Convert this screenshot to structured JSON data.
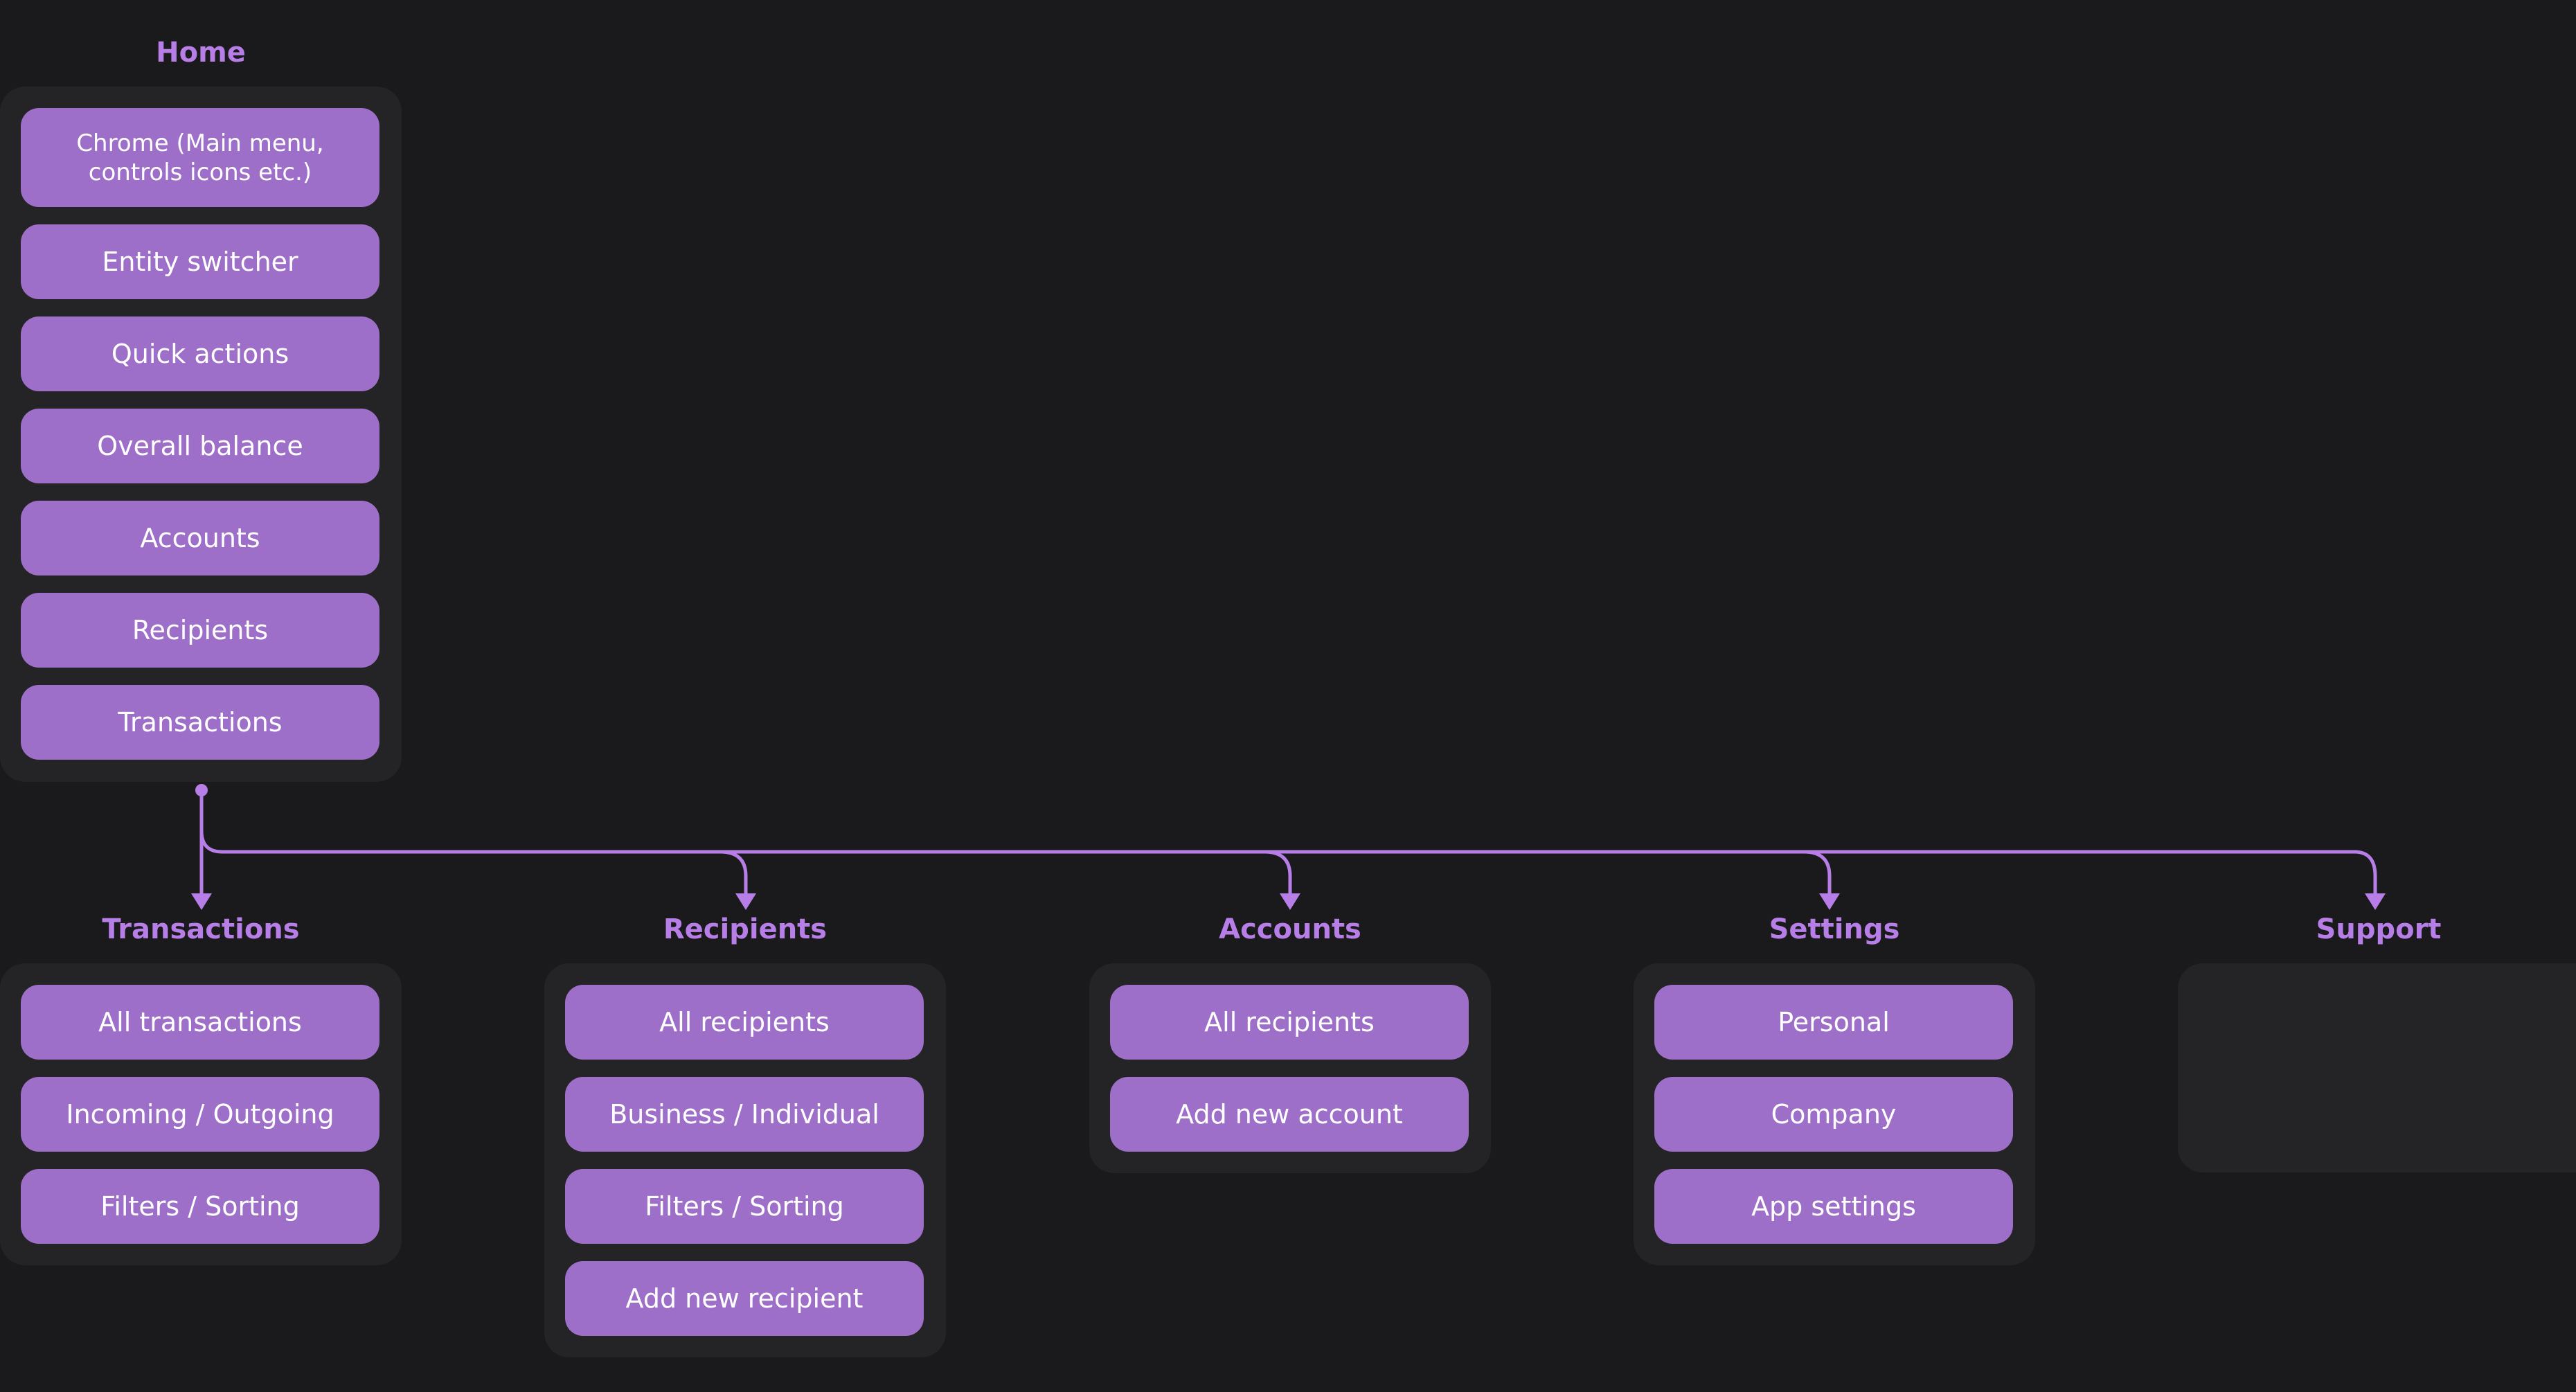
{
  "colors": {
    "background": "#1a1a1c",
    "panel": "#242426",
    "item": "#9d6fc9",
    "accent": "#b77ee8",
    "item_text": "#ffffff"
  },
  "home": {
    "title": "Home",
    "items": [
      "Chrome (Main menu, controls icons etc.)",
      "Entity switcher",
      "Quick actions",
      "Overall balance",
      "Accounts",
      "Recipients",
      "Transactions"
    ]
  },
  "transactions": {
    "title": "Transactions",
    "items": [
      "All transactions",
      "Incoming / Outgoing",
      "Filters / Sorting"
    ]
  },
  "recipients": {
    "title": "Recipients",
    "items": [
      "All recipients",
      "Business / Individual",
      "Filters / Sorting",
      "Add new recipient"
    ]
  },
  "accounts": {
    "title": "Accounts",
    "items": [
      "All recipients",
      "Add new account"
    ]
  },
  "settings": {
    "title": "Settings",
    "items": [
      "Personal",
      "Company",
      "App settings"
    ]
  },
  "support": {
    "title": "Support",
    "items": []
  }
}
